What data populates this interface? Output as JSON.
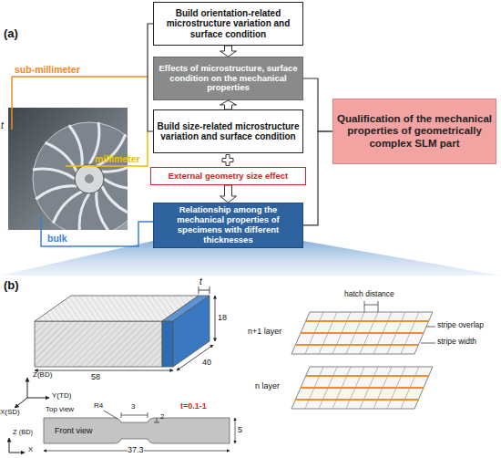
{
  "diagram": {
    "nodes": [
      {
        "text": [
          "Build orientation-related microstructure variation and surface condition"
        ]
      },
      {
        "text": [
          "Effects of microstructure, surface condition on the mechanical properties"
        ]
      },
      {
        "text": [
          "Build size-related microstructure variation and surface condition"
        ]
      },
      {
        "text": [
          "External geometry size effect"
        ]
      },
      {
        "text": [
          "Relationship among the mechanical properties of specimens with different thicknesses"
        ]
      },
      {
        "text": [
          "Qualification of the mechanical properties of geometrically complex SLM part"
        ]
      }
    ],
    "edges": [
      {
        "from": 0,
        "to": 1,
        "arrow": "to"
      },
      {
        "from": 2,
        "to": 1,
        "arrow": "to"
      },
      {
        "from": 3,
        "to": 4,
        "arrow": "to"
      },
      {
        "from": 0,
        "to": 2,
        "arrow": "none"
      },
      {
        "from": 1,
        "to": 5,
        "arrow": "none"
      },
      {
        "from": 4,
        "to": 5,
        "arrow": "none"
      }
    ],
    "labels": [
      "(a)",
      "sub-millimeter",
      "t",
      "millimeter",
      "bulk",
      "(b)",
      "t",
      "18",
      "58",
      "40",
      "Z(BD)",
      "Y(TD)",
      "X(SD)",
      "hatch distance",
      "n+1 layer",
      "stripe overlap",
      "stripe width",
      "n layer",
      "R4",
      "3",
      "2",
      "Top view",
      "Front view",
      "t=0.1-1",
      "5",
      "37.3",
      "Z (BD)",
      "X"
    ]
  }
}
